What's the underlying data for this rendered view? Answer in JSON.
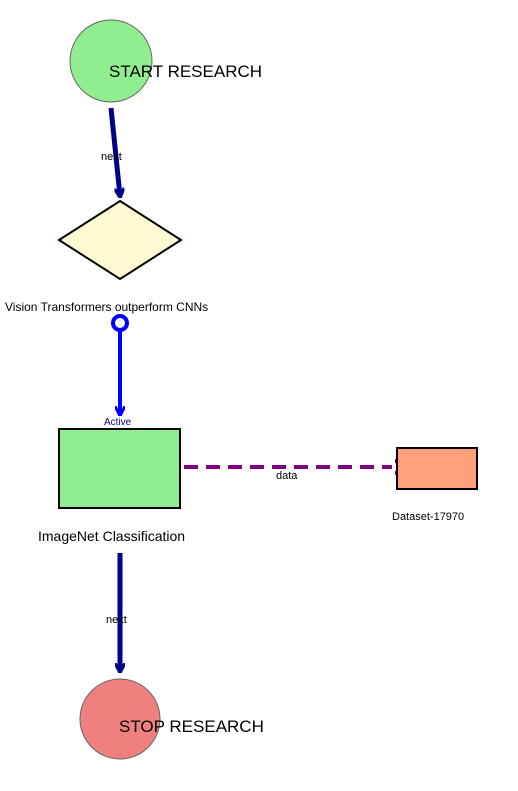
{
  "diagram": {
    "nodes": {
      "start": {
        "label": "START RESEARCH",
        "shape": "circle",
        "fill": "#90ee90"
      },
      "decision": {
        "label": "Vision Transformers outperform CNNs",
        "shape": "diamond",
        "fill": "#fffad2"
      },
      "process": {
        "label": "ImageNet Classification",
        "shape": "rectangle",
        "fill": "#90ee90"
      },
      "dataset": {
        "label": "Dataset-17970",
        "shape": "rectangle",
        "fill": "#ffa07a"
      },
      "stop": {
        "label": "STOP RESEARCH",
        "shape": "circle",
        "fill": "#f08080"
      }
    },
    "edges": {
      "start_to_decision": {
        "label": "next",
        "color": "#00008b",
        "style": "solid"
      },
      "decision_to_process": {
        "label": "Active",
        "color": "#0000ff",
        "style": "solid"
      },
      "process_to_dataset": {
        "label": "data",
        "color": "#800080",
        "style": "dashed"
      },
      "process_to_stop": {
        "label": "next",
        "color": "#00008b",
        "style": "solid"
      }
    }
  }
}
